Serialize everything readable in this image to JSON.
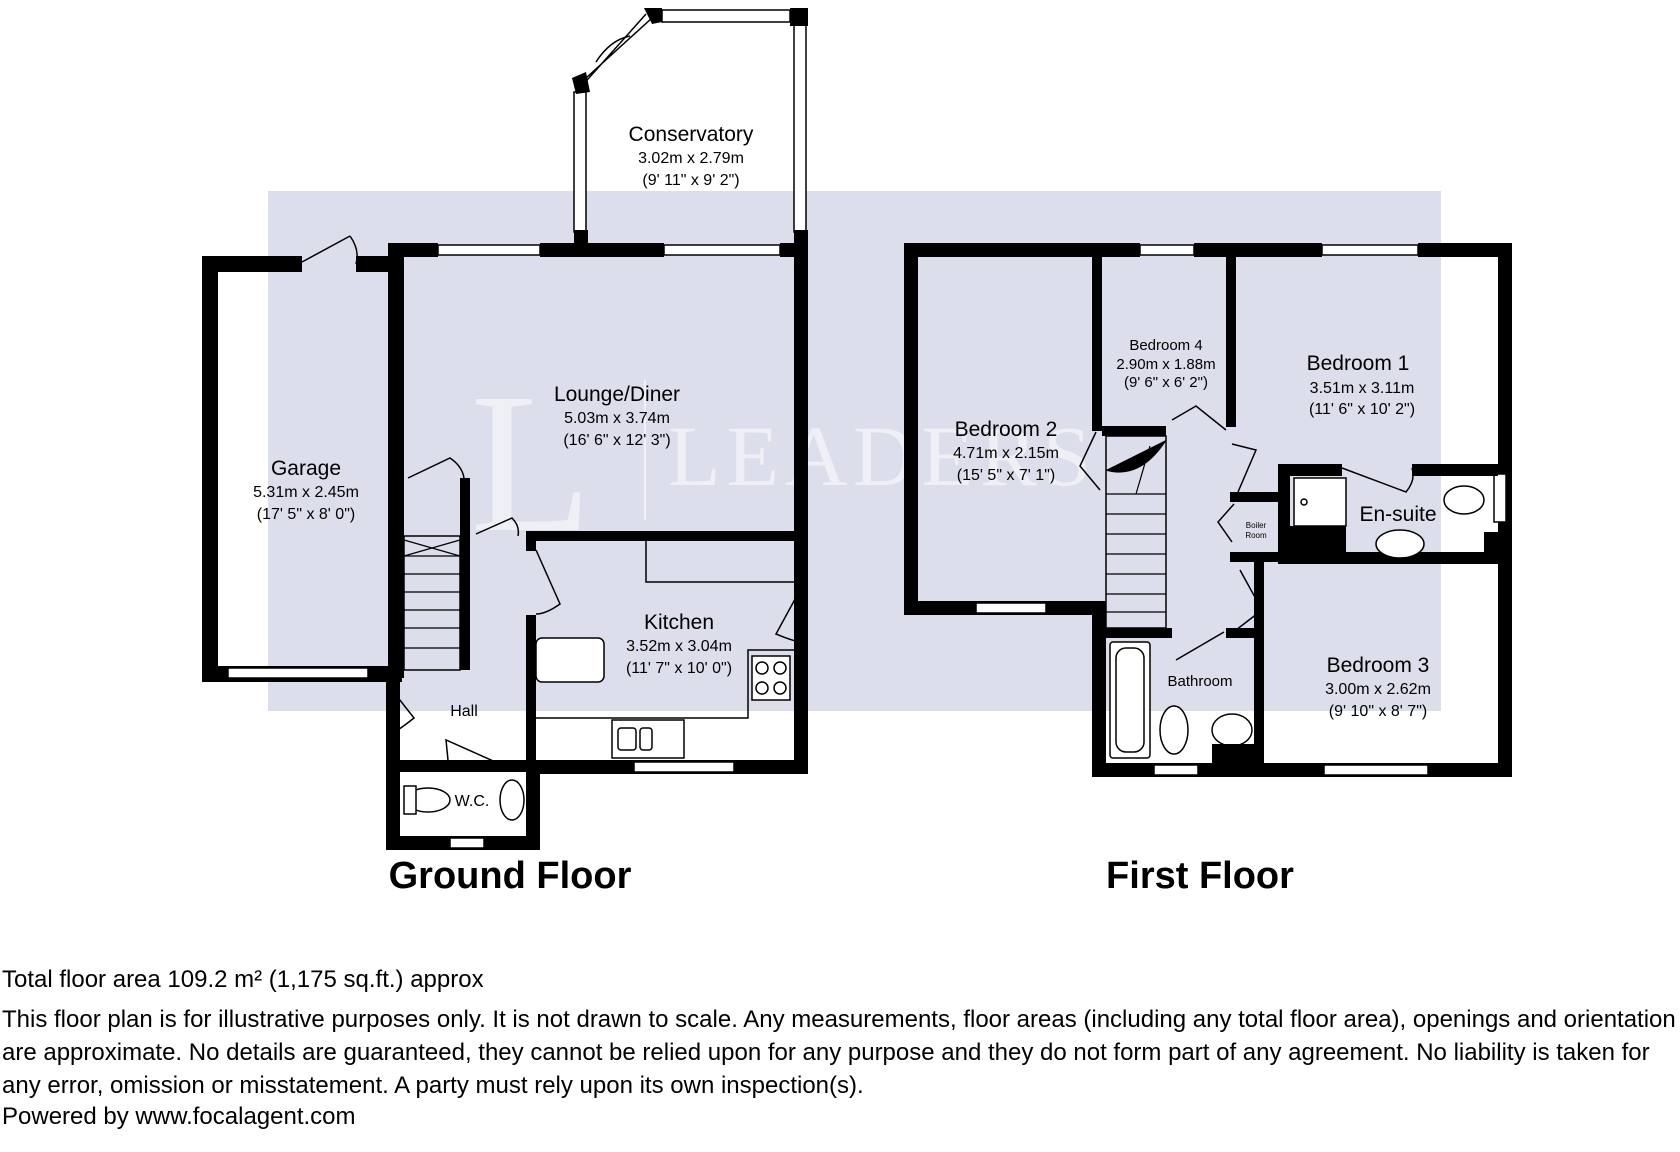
{
  "watermark": "LEADERS",
  "ground_floor": {
    "title": "Ground Floor",
    "rooms": {
      "conservatory": {
        "name": "Conservatory",
        "metric": "3.02m x 2.79m",
        "imperial": "(9' 11\" x 9' 2\")"
      },
      "lounge": {
        "name": "Lounge/Diner",
        "metric": "5.03m x 3.74m",
        "imperial": "(16' 6\" x 12' 3\")"
      },
      "garage": {
        "name": "Garage",
        "metric": "5.31m x 2.45m",
        "imperial": "(17' 5\" x 8' 0\")"
      },
      "kitchen": {
        "name": "Kitchen",
        "metric": "3.52m x 3.04m",
        "imperial": "(11' 7\" x 10' 0\")"
      },
      "hall": {
        "name": "Hall"
      },
      "wc": {
        "name": "W.C."
      }
    }
  },
  "first_floor": {
    "title": "First Floor",
    "rooms": {
      "bedroom1": {
        "name": "Bedroom 1",
        "metric": "3.51m x 3.11m",
        "imperial": "(11' 6\" x 10' 2\")"
      },
      "bedroom2": {
        "name": "Bedroom 2",
        "metric": "4.71m x 2.15m",
        "imperial": "(15' 5\" x 7' 1\")"
      },
      "bedroom3": {
        "name": "Bedroom 3",
        "metric": "3.00m x 2.62m",
        "imperial": "(9' 10\" x 8' 7\")"
      },
      "bedroom4": {
        "name": "Bedroom 4",
        "metric": "2.90m x 1.88m",
        "imperial": "(9' 6\" x 6' 2\")"
      },
      "ensuite": {
        "name": "En-suite"
      },
      "bathroom": {
        "name": "Bathroom"
      },
      "boiler": {
        "line1": "Boiler",
        "line2": "Room"
      }
    }
  },
  "footer": {
    "total_area": "Total floor area 109.2 m² (1,175 sq.ft.) approx",
    "disclaimer": "This floor plan is for illustrative purposes only. It is not drawn to scale. Any measurements, floor areas (including any total floor area), openings and orientation are approximate. No details are guaranteed, they cannot be relied upon for any purpose and they do not form part of any agreement. No liability is taken for any error, omission or misstatement. A party must rely upon its own inspection(s).",
    "powered_by": "Powered by www.focalagent.com"
  },
  "colors": {
    "wall": "#000000",
    "watermark_band": "#dcdeeb",
    "background": "#ffffff"
  }
}
